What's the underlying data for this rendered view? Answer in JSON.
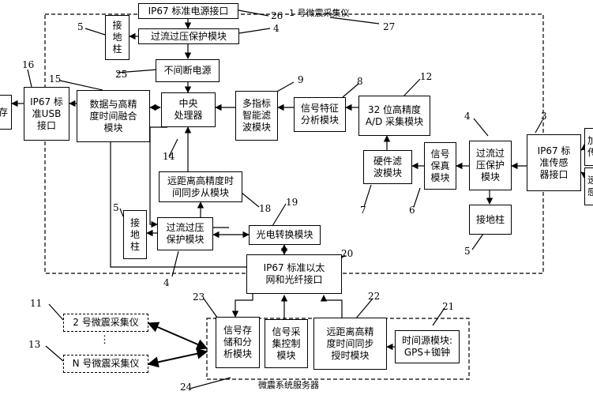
{
  "frame_title": "1 号微震采集仪",
  "server_title": "微震系统服务器",
  "boxes": {
    "power_interface": "IP67 标准电源接口",
    "ground_top": "接\n地\n柱",
    "overcurrent_top": "过流过压保护模块",
    "ups": "不间断电源",
    "cpu": "中央\n处理器",
    "fusion": "数据与高精\n度时间融合\n模块",
    "usb": "IP67 标\n准USB\n接口",
    "storage_partial": "存",
    "filter_multi": "多指标\n智能滤\n波模块",
    "signal_analysis": "信号特征\n分析模块",
    "adc": "32 位高精度\nA/D 采集模块",
    "hw_filter": "硬件滤\n波模块",
    "signal_fidelity": "信号\n保真\n模块",
    "overcurrent_right": "过流过\n压保护\n模块",
    "sensor_interface": "IP67 标\n准传感\n器接口",
    "ground_right": "接地柱",
    "sensor_partial_1": "加\n传",
    "sensor_partial_2": "速\n感",
    "time_sync_slave": "远距离高精度时\n间同步从模块",
    "ground_left": "接\n地\n柱",
    "overcurrent_left": "过流过压\n保护模块",
    "optical": "光电转换模块",
    "ethernet": "IP67 标准以太\n网和光纤接口",
    "storage_analysis": "信号存\n储和分\n析模块",
    "acq_control": "信号采\n集控制\n模块",
    "time_sync_master": "远距离高精\n度时间同步\n授时模块",
    "time_source": "时间源模块:\nGPS+铷钟",
    "collector_2": "2 号微震采集仪",
    "collector_dots": "⋮",
    "collector_n": "N 号微震采集仪"
  },
  "labels": {
    "l26": "26",
    "l27": "27",
    "l5a": "5",
    "l4a": "4",
    "l25": "25",
    "l16": "16",
    "l15": "15",
    "l9": "9",
    "l8": "8",
    "l12": "12",
    "l14": "14",
    "l4b": "4",
    "l3": "3",
    "l7": "7",
    "l6": "6",
    "l5b": "5",
    "l18": "18",
    "l19": "19",
    "l5c": "5",
    "l4c": "4",
    "l20": "20",
    "l23": "23",
    "l22": "22",
    "l21": "21",
    "l11": "11",
    "l13": "13",
    "l24": "24"
  }
}
